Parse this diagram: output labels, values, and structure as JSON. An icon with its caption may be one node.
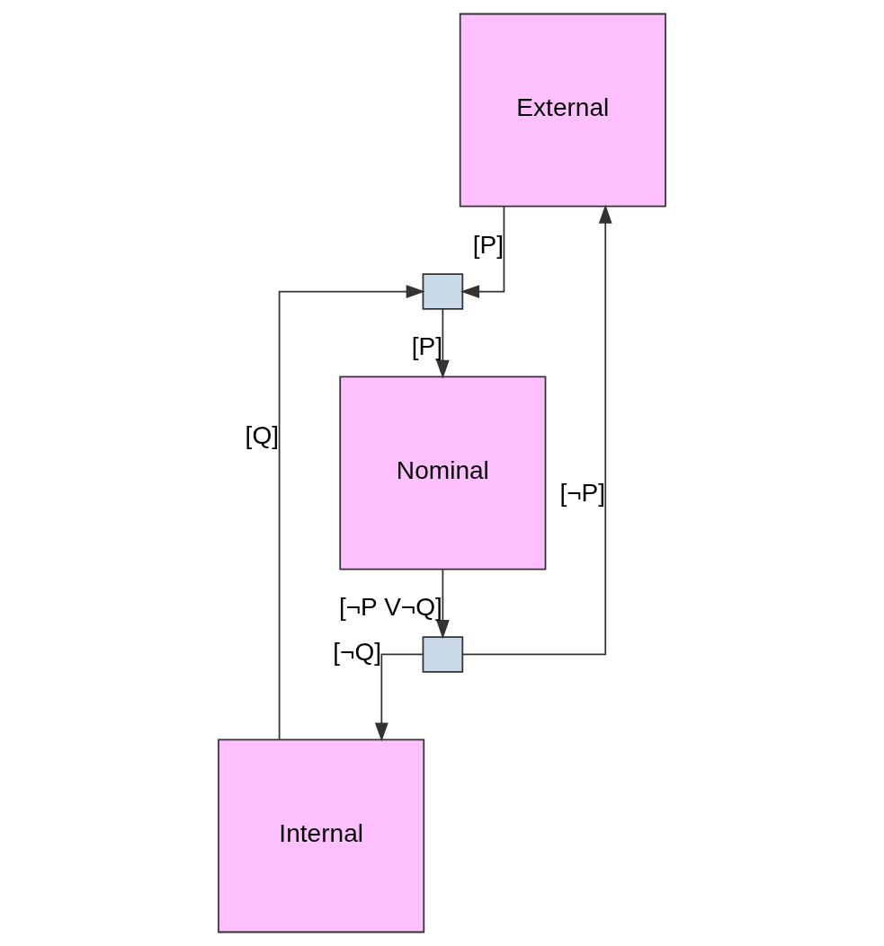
{
  "diagram": {
    "nodes": [
      {
        "text": [
          "External"
        ]
      },
      {
        "text": [],
        "shape": "box"
      },
      {
        "text": [
          "Nominal"
        ]
      },
      {
        "text": [],
        "shape": "box"
      },
      {
        "text": [
          "Internal"
        ]
      }
    ],
    "edges": [
      {
        "from": 0,
        "to": 1,
        "arrow": "to",
        "label": "[P]"
      },
      {
        "from": 1,
        "to": 2,
        "arrow": "to",
        "label": "[P]"
      },
      {
        "from": 2,
        "to": 3,
        "arrow": "to",
        "label": "[¬P V¬Q]"
      },
      {
        "from": 3,
        "to": 0,
        "arrow": "to",
        "label": "[¬P]"
      },
      {
        "from": 3,
        "to": 4,
        "arrow": "to",
        "label": "[¬Q]"
      },
      {
        "from": 4,
        "to": 1,
        "arrow": "to",
        "label": "[Q]"
      }
    ]
  }
}
